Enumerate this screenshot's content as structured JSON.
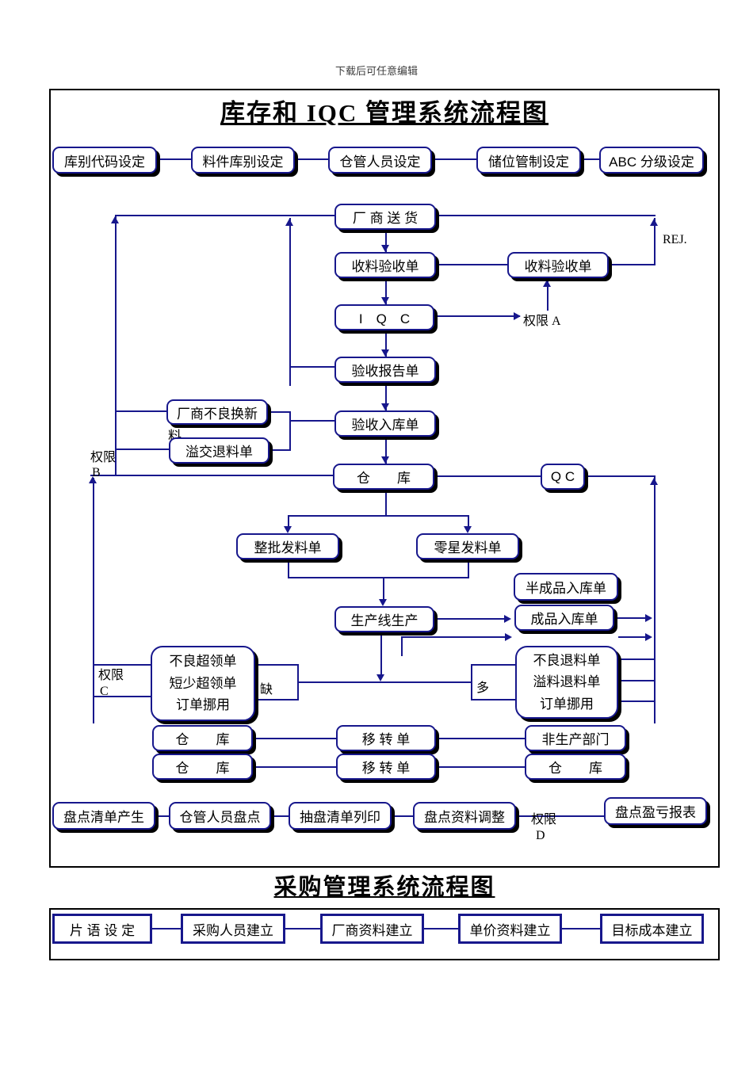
{
  "header_note": "下载后可任意编辑",
  "inventory": {
    "title": "库存和 IQC 管理系统流程图",
    "setup": [
      "库别代码设定",
      "料件库别设定",
      "仓管人员设定",
      "储位管制设定",
      "ABC 分级设定"
    ],
    "flow": {
      "supplier_delivery": "厂 商 送 货",
      "receiving_note_left": "收料验收单",
      "receiving_note_right": "收料验收单",
      "iqc": "I　Q　C",
      "inspection_report": "验收报告单",
      "vendor_defect_exchange": "厂商不良换新",
      "vendor_defect_exchange_overflow": "料",
      "excess_return_note": "溢交退料单",
      "inspection_in_note": "验收入库单",
      "warehouse_main": "仓　　库",
      "qc": "Q C",
      "batch_issue_note": "整批发料单",
      "sporadic_issue_note": "零星发料单",
      "production_line": "生产线生产",
      "semi_finished_in_note": "半成品入库单",
      "finished_in_note": "成品入库单",
      "over_claim": [
        "不良超领单",
        "短少超领单",
        "订单挪用"
      ],
      "return_notes": [
        "不良退料单",
        "溢料退料单",
        "订单挪用"
      ],
      "warehouse_row1_left": "仓　　库",
      "transfer_note_row1": "移 转 单",
      "non_production_dept": "非生产部门",
      "warehouse_row2_left": "仓　　库",
      "transfer_note_row2": "移 转 单",
      "warehouse_row2_right": "仓　　库"
    },
    "labels": {
      "rej": "REJ.",
      "perm_a": "权限 A",
      "perm_b_line1": "权限",
      "perm_b_line2": "B",
      "perm_c_line1": "权限",
      "perm_c_line2": "C",
      "perm_d_line1": "权限",
      "perm_d_line2": "D",
      "shortage": "缺",
      "surplus": "多"
    },
    "stocktake": [
      "盘点清单产生",
      "仓管人员盘点",
      "抽盘清单列印",
      "盘点资料调整",
      "盘点盈亏报表"
    ]
  },
  "purchase": {
    "title": "采购管理系统流程图",
    "steps": [
      "片 语 设 定",
      "采购人员建立",
      "厂商资料建立",
      "单价资料建立",
      "目标成本建立"
    ]
  },
  "colors": {
    "line": "#17178c",
    "shadow": "#000000",
    "border": "#000000"
  }
}
